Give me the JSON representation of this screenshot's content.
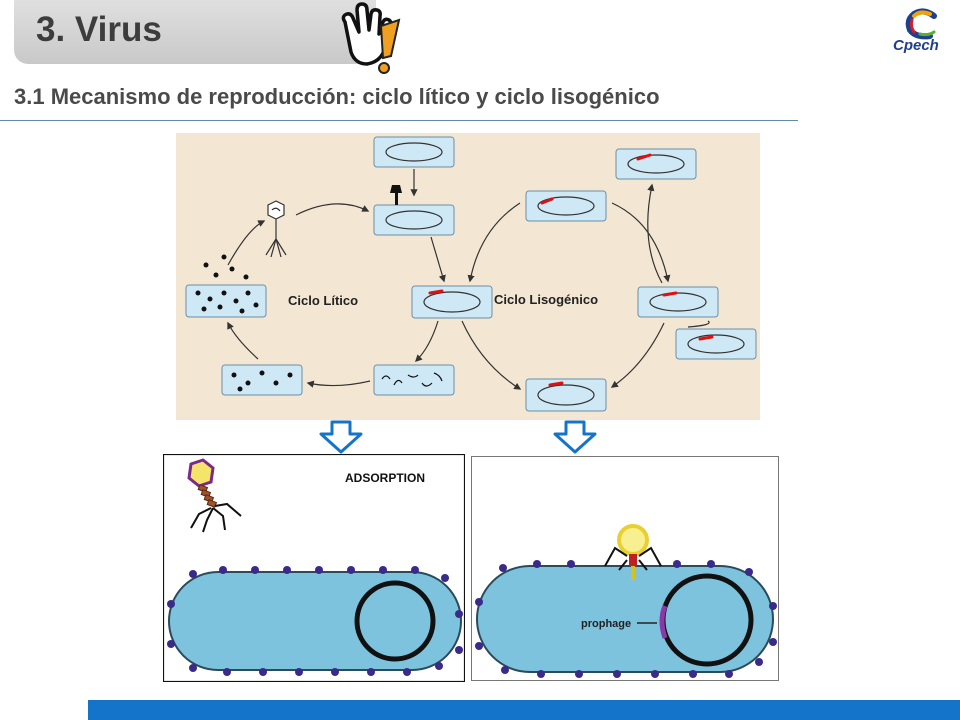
{
  "header": {
    "title": "3. Virus",
    "subtitle": "3.1 Mecanismo de reproducción: ciclo lítico y ciclo lisogénico"
  },
  "logo": {
    "text": "Cpech"
  },
  "cycle_diagram": {
    "lytic_label": "Ciclo Lítico",
    "lysogenic_label": "Ciclo Lisogénico"
  },
  "panels": {
    "adsorption_label": "ADSORPTION",
    "prophage_label": "prophage"
  },
  "colors": {
    "accent_blue": "#1474c9",
    "title_tab_gray": "#d6d6d6",
    "bacteria_blue": "#7ec3de",
    "cell_blue": "#cfe8f5",
    "diagram_bg": "#f3e7d3"
  },
  "icons": [
    "hand-pointer-icon",
    "exclamation-icon",
    "cpech-logo-icon",
    "down-arrow-icon"
  ]
}
